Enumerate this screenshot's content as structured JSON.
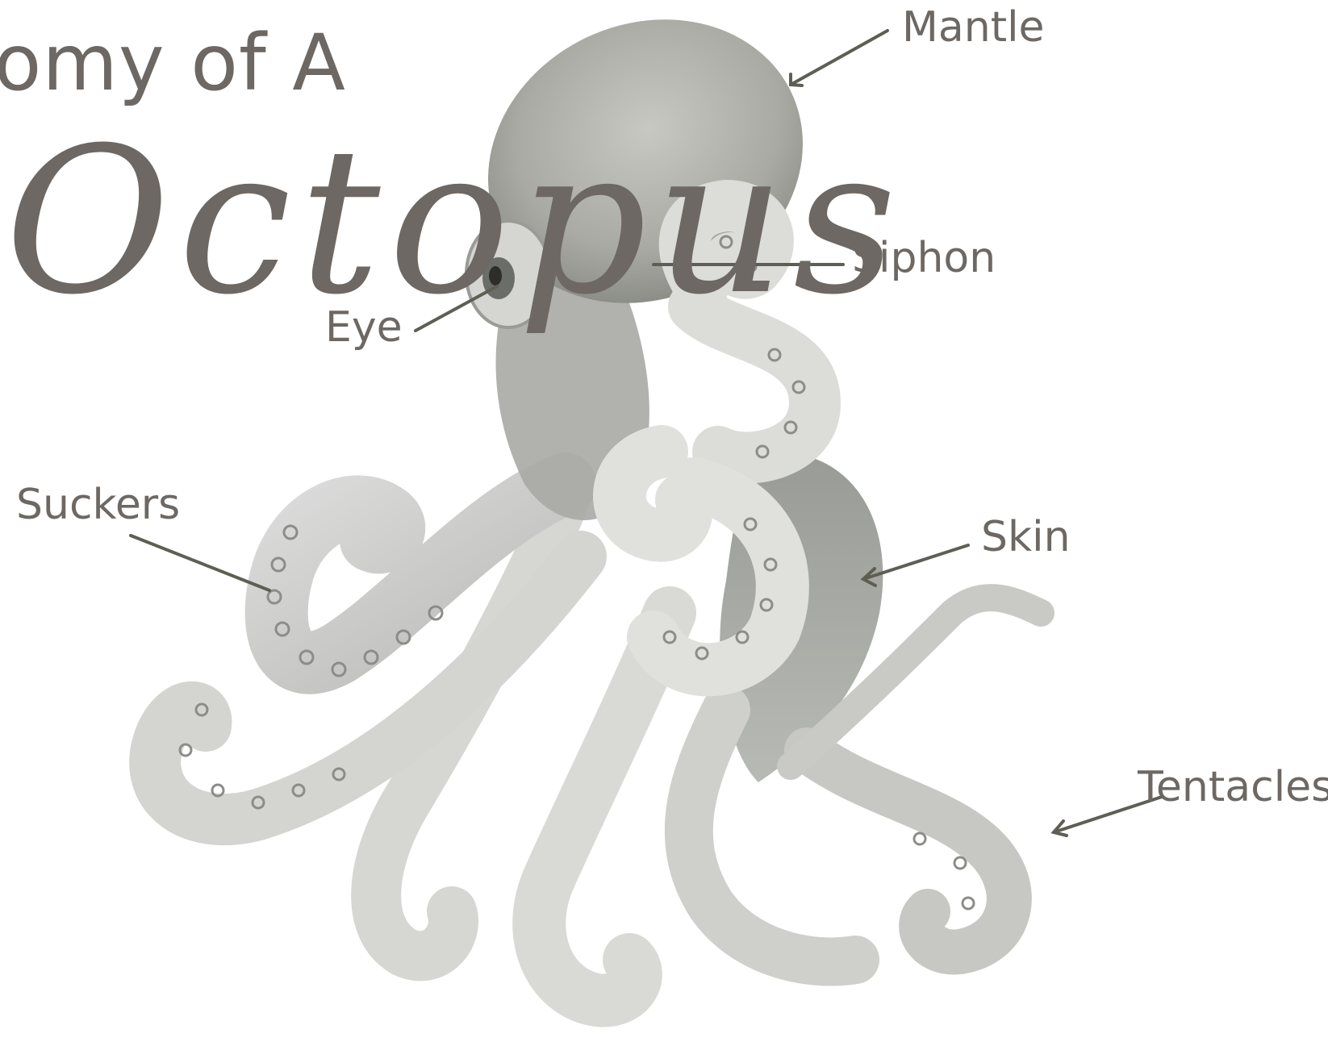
{
  "title": {
    "line1": "tomy of A",
    "line2": "Octopus"
  },
  "labels": {
    "mantle": "Mantle",
    "siphon": "Siphon",
    "eye": "Eye",
    "suckers": "Suckers",
    "skin": "Skin",
    "tentacles": "Tentacles"
  },
  "colors": {
    "text": "#6d6863",
    "leader": "#5f5e55",
    "body_dark": "#8f928c",
    "body_light": "#e3e4df"
  }
}
